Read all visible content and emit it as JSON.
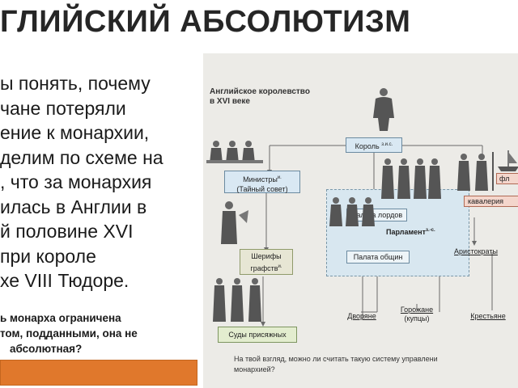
{
  "slide": {
    "title": "ГЛИЙСКИЙ АБСОЛЮТИЗМ",
    "body_lines": [
      "ы понять, почему",
      "чане потеряли",
      "ение к монархии,",
      "делим по схеме на",
      ", что за монархия",
      "илась в Англии в",
      "й половине XVI",
      "при короле",
      "хе VIII Тюдоре."
    ],
    "question_lines": [
      "ь монарха ограничена",
      "том, подданными, она не",
      "абсолютная?"
    ],
    "accent_color": "#e0782c"
  },
  "scheme": {
    "title_line1": "Английское королевство",
    "title_line2": "в XVI веке",
    "king": "Король",
    "king_sup": "з.и.с.",
    "ministers_line1": "Министры",
    "ministers_sup": "и.",
    "ministers_line2": "(Тайный совет)",
    "sheriffs_line1": "Шерифы",
    "sheriffs_line2": "графств",
    "sheriffs_sup": "и.",
    "jurors": "Суды присяжных",
    "lords": "Палата лордов",
    "parliament": "Парламент",
    "parliament_sup": "з.-с.",
    "commons": "Палата общин",
    "aristocrats": "Аристократы",
    "fleet": "фл",
    "cavalry": "кавалерия",
    "nobles": "Дворяне",
    "townsmen_line1": "Горожане",
    "townsmen_line2": "(купцы)",
    "peasants": "Крестьяне",
    "question_line1": "На твой взгляд, можно ли считать такую систему управлени",
    "question_line2": "монархией?"
  }
}
